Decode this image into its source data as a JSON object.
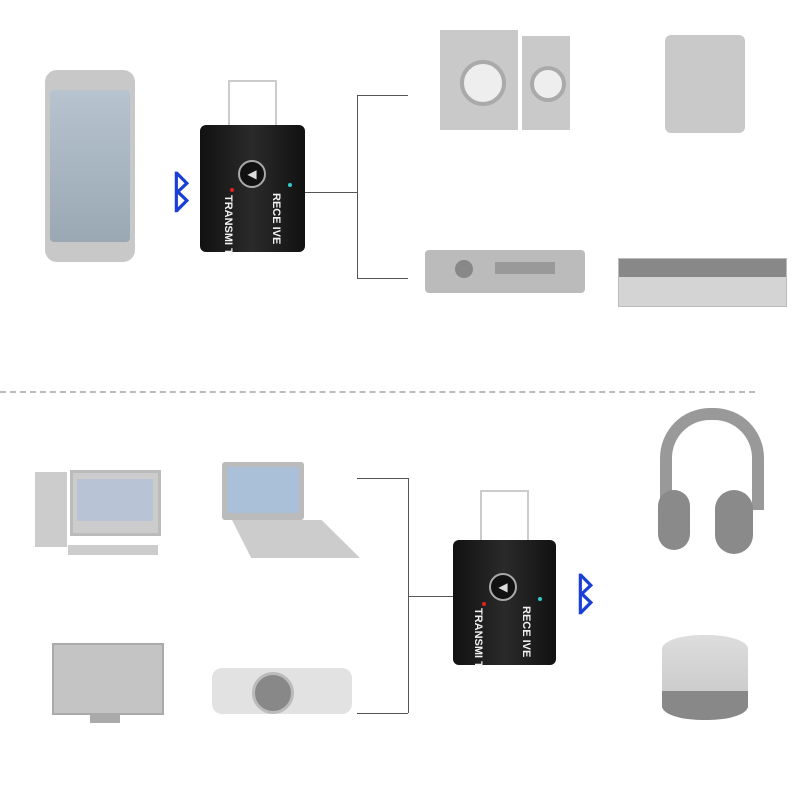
{
  "top_adapter": {
    "receive_label": "RECE IVE",
    "transmit_label": "TRANSMI T"
  },
  "bottom_adapter": {
    "receive_label": "RECE IVE",
    "transmit_label": "TRANSMI T"
  },
  "icons": {
    "bluetooth": "bluetooth-icon",
    "play": "play-pause-icon"
  },
  "colors": {
    "bluetooth": "#1a3fd6",
    "receive_led": "#3cc",
    "transmit_led": "#d22"
  }
}
